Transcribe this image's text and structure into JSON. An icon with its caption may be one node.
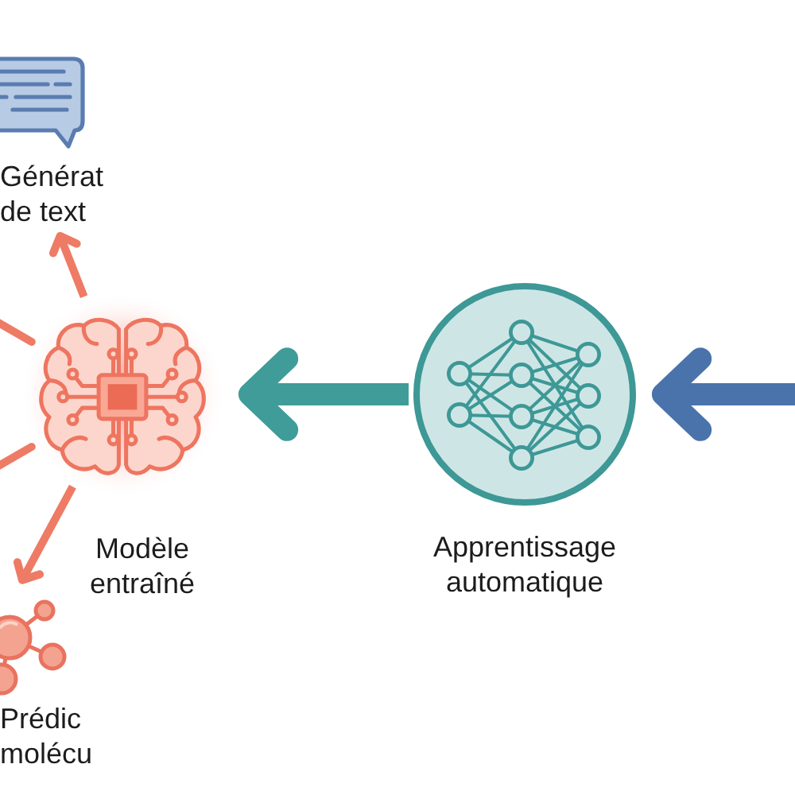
{
  "diagram": {
    "nodes": [
      {
        "text": [
          "Générat de text"
        ]
      },
      {
        "text": [
          "Modèle entraîné"
        ]
      },
      {
        "text": [
          "Apprentissage automatique"
        ]
      },
      {
        "text": [
          "Prédic molécu"
        ]
      }
    ],
    "edges": [
      {
        "from": null,
        "to": 2,
        "arrow": "to",
        "style": "thick",
        "color": "#4a73ab"
      },
      {
        "from": 2,
        "to": 1,
        "arrow": "to",
        "style": "thick",
        "color": "#3f9c99"
      },
      {
        "from": 1,
        "to": 0,
        "arrow": "to"
      },
      {
        "from": 1,
        "to": null,
        "arrow": "none"
      },
      {
        "from": 1,
        "to": null,
        "arrow": "none"
      },
      {
        "from": 1,
        "to": 3,
        "arrow": "to"
      }
    ]
  }
}
